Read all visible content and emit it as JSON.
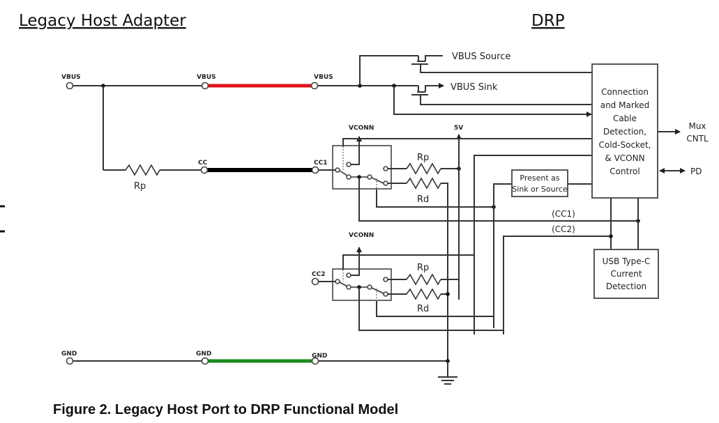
{
  "headings": {
    "left": "Legacy Host Adapter",
    "right": "DRP"
  },
  "caption": "Figure 2. Legacy Host Port to DRP Functional Model",
  "colors": {
    "vbus_cable": "#e0141c",
    "cc_cable": "#000000",
    "gnd_cable": "#1a8a1a",
    "wire": "#333333"
  },
  "terminals": {
    "vbus_host": "VBUS",
    "vbus_cable_left": "VBUS",
    "vbus_cable_right": "VBUS",
    "cc_cable_left": "CC",
    "cc1": "CC1",
    "cc2": "CC2",
    "gnd_host": "GND",
    "gnd_cable_left": "GND",
    "gnd_cable_right": "GND"
  },
  "supply_labels": {
    "vconn_top": "VCONN",
    "vconn_bottom": "VCONN",
    "five_volt": "5V"
  },
  "resistors": {
    "host_rp": "Rp",
    "cc1_rp": "Rp",
    "cc1_rd": "Rd",
    "cc2_rp": "Rp",
    "cc2_rd": "Rd"
  },
  "fets": {
    "source": "VBUS Source",
    "sink": "VBUS Sink"
  },
  "blocks": {
    "controller": [
      "Connection",
      "and Marked",
      "Cable",
      "Detection,",
      "Cold-Socket,",
      "& VCONN",
      "Control"
    ],
    "present_as": [
      "Present as",
      "Sink or Source"
    ],
    "current_detect": [
      "USB Type-C",
      "Current",
      "Detection"
    ]
  },
  "signals": {
    "mux_cntl": [
      "Mux",
      "CNTL"
    ],
    "pd": "PD",
    "cc1_bus": "(CC1)",
    "cc2_bus": "(CC2)"
  }
}
